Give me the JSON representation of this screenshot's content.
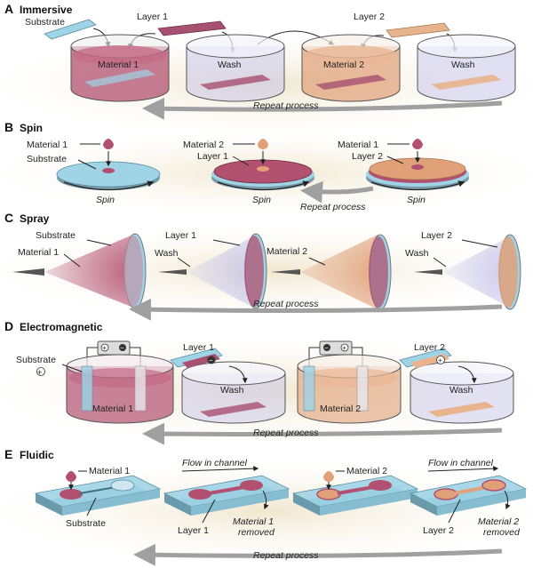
{
  "colors": {
    "material1": "#b2506f",
    "material2": "#e0a078",
    "substrate": "#9fd3e6",
    "wash": "#c8c6ea",
    "arrow": "#a0a0a0",
    "beige": "#efe6d2"
  },
  "sections": {
    "A": {
      "letter": "A",
      "title": "Immersive",
      "labels": {
        "substrate": "Substrate",
        "layer1": "Layer 1",
        "layer2": "Layer 2",
        "beaker1": "Material 1",
        "beaker2": "Wash",
        "beaker3": "Material 2",
        "beaker4": "Wash"
      },
      "repeat": "Repeat process"
    },
    "B": {
      "letter": "B",
      "title": "Spin",
      "labels": {
        "m1a": "Material 1",
        "substrate": "Substrate",
        "m2": "Material 2",
        "layer1": "Layer 1",
        "m1b": "Material 1",
        "layer2": "Layer 2",
        "spin1": "Spin",
        "spin2": "Spin",
        "spin3": "Spin"
      },
      "repeat": "Repeat process"
    },
    "C": {
      "letter": "C",
      "title": "Spray",
      "labels": {
        "substrate": "Substrate",
        "m1": "Material 1",
        "layer1": "Layer 1",
        "wash1": "Wash",
        "m2": "Material 2",
        "layer2": "Layer 2",
        "wash2": "Wash"
      },
      "repeat": "Repeat process"
    },
    "D": {
      "letter": "D",
      "title": "Electromagnetic",
      "labels": {
        "substrate": "Substrate",
        "plus1": "+",
        "m1": "Material 1",
        "layer1": "Layer 1",
        "wash1": "Wash",
        "m2": "Material 2",
        "layer2": "Layer 2",
        "wash2": "Wash"
      },
      "repeat": "Repeat process"
    },
    "E": {
      "letter": "E",
      "title": "Fluidic",
      "labels": {
        "m1": "Material 1",
        "substrate": "Substrate",
        "flow1": "Flow in channel",
        "layer1": "Layer 1",
        "removed1a": "Material 1",
        "removed1b": "removed",
        "m2": "Material 2",
        "flow2": "Flow in channel",
        "layer2": "Layer 2",
        "removed2a": "Material 2",
        "removed2b": "removed"
      },
      "repeat": "Repeat process"
    }
  }
}
